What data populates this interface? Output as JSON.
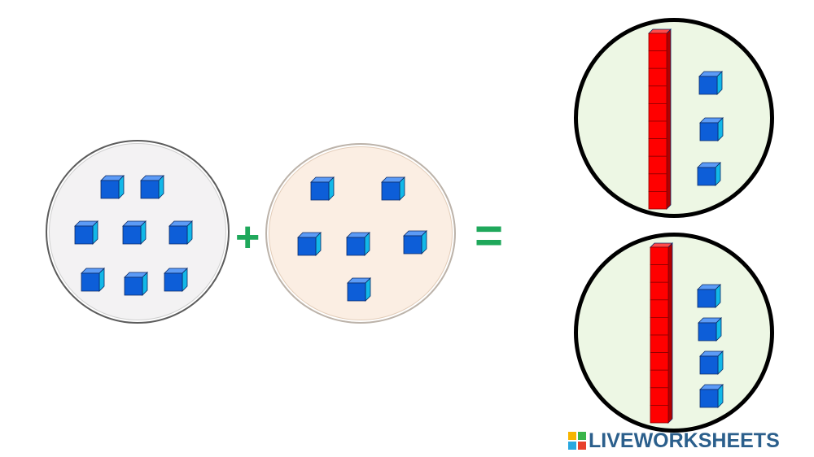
{
  "operators": {
    "plus": "+",
    "equals": "="
  },
  "brand": {
    "name": "LIVEWORKSHEETS"
  },
  "groups": [
    {
      "id": "first-addend",
      "cube_count": 8
    },
    {
      "id": "second-addend",
      "cube_count": 6
    }
  ],
  "answer_options": [
    {
      "id": "option-1",
      "tens_rods": 1,
      "ones_cubes": 3
    },
    {
      "id": "option-2",
      "tens_rods": 1,
      "ones_cubes": 4
    }
  ],
  "colors": {
    "cube_front": "#0d5ed8",
    "cube_top": "#5c9bf6",
    "cube_side": "#12b8e8",
    "rod": "#ff0000",
    "rod_dark": "#b30000",
    "operator": "#1fa85b",
    "brand_text": "#2b5f8c"
  }
}
